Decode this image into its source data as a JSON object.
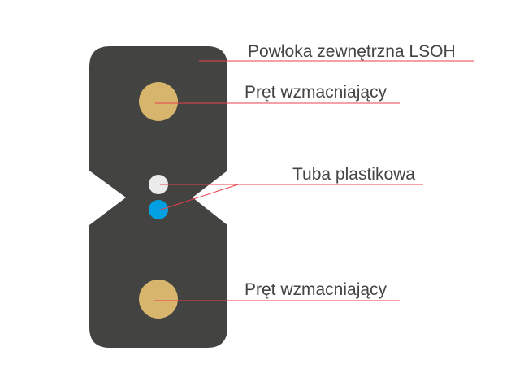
{
  "labels": {
    "outer_jacket": "Powłoka zewnętrzna LSOH",
    "strength_member_top": "Pręt wzmacniający",
    "plastic_tube": "Tuba plastikowa",
    "strength_member_bottom": "Pręt wzmacniający"
  },
  "colors": {
    "jacket": "#434341",
    "strength_member": "#d7b56d",
    "tube_white": "#ebebeb",
    "tube_blue": "#00a0e3",
    "leader_line": "#e8414a",
    "text": "#444444"
  }
}
